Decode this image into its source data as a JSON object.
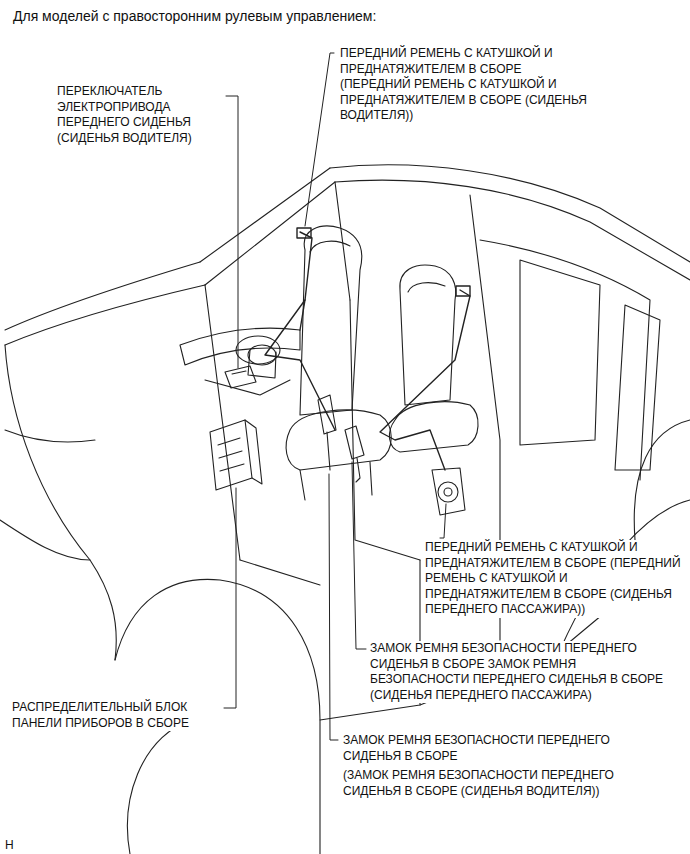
{
  "diagram": {
    "title": "Для моделей с правосторонним рулевым управлением:",
    "labels": [
      "ПЕРЕКЛЮЧАТЕЛЬ ЭЛЕКТРОПРИВОДА ПЕРЕДНЕГО СИДЕНЬЯ (СИДЕНЬЯ ВОДИТЕЛЯ)",
      "ПЕРЕДНИЙ РЕМЕНЬ С КАТУШКОЙ И ПРЕДНАТЯЖИТЕЛЕМ В СБОРЕ (ПЕРЕДНИЙ РЕМЕНЬ С КАТУШКОЙ И ПРЕДНАТЯЖИТЕЛЕМ В СБОРЕ (СИДЕНЬЯ ВОДИТЕЛЯ))",
      "ПЕРЕДНИЙ РЕМЕНЬ С КАТУШКОЙ И ПРЕДНАТЯЖИТЕЛЕМ В СБОРЕ (ПЕРЕДНИЙ РЕМЕНЬ С КАТУШКОЙ И ПРЕДНАТЯЖИТЕЛЕМ В СБОРЕ (СИДЕНЬЯ ПЕРЕДНЕГО ПАССАЖИРА))",
      "ЗАМОК РЕМНЯ БЕЗОПАСНОСТИ ПЕРЕДНЕГО СИДЕНЬЯ В СБОРЕ ЗАМОК РЕМНЯ БЕЗОПАСНОСТИ ПЕРЕДНЕГО СИДЕНЬЯ В СБОРЕ (СИДЕНЬЯ ПЕРЕДНЕГО ПАССАЖИРА)",
      "РАСПРЕДЕЛИТЕЛЬНЫЙ БЛОК ПАНЕЛИ ПРИБОРОВ В СБОРЕ",
      "ЗАМОК РЕМНЯ БЕЗОПАСНОСТИ ПЕРЕДНЕГО СИДЕНЬЯ В СБОРЕ",
      "(ЗАМОК РЕМНЯ БЕЗОПАСНОСТИ ПЕРЕДНЕГО СИДЕНЬЯ В СБОРЕ (СИДЕНЬЯ ВОДИТЕЛЯ))",
      "H"
    ]
  }
}
